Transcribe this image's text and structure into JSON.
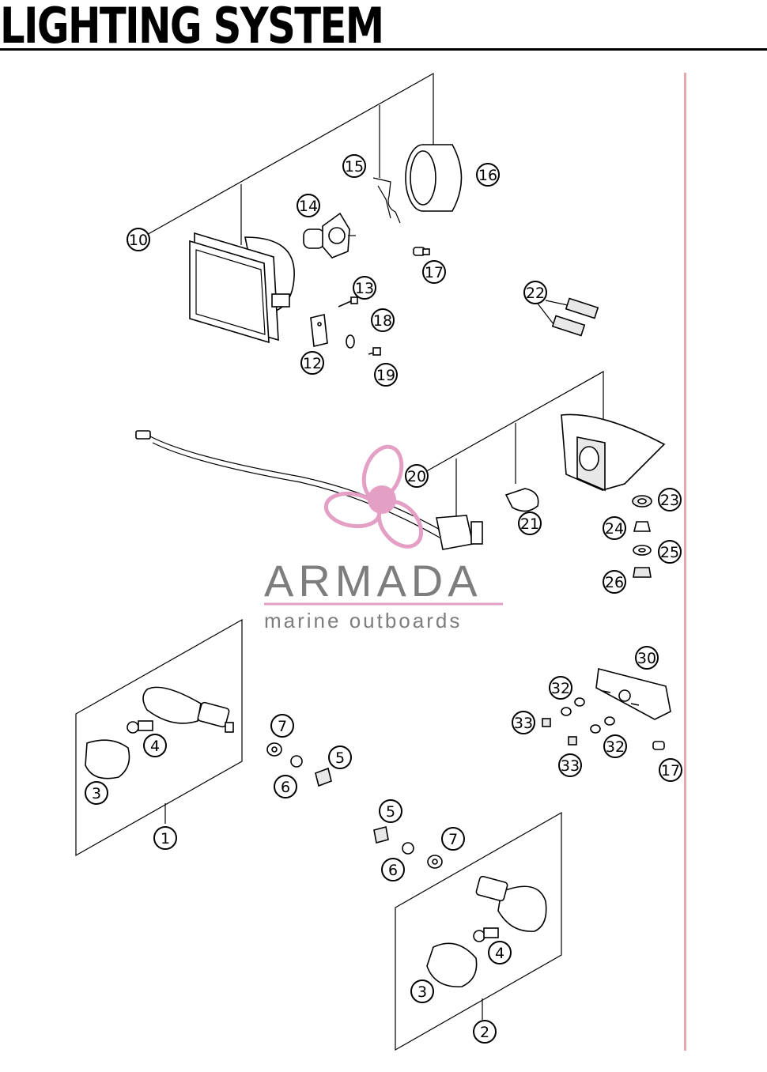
{
  "title": "LIGHTING SYSTEM",
  "watermark": {
    "name": "ARMADA",
    "tagline": "marine outboards",
    "accent_color": "#e3a0c4",
    "text_color": "#7d7d7d"
  },
  "callouts": [
    "10",
    "15",
    "16",
    "14",
    "17",
    "13",
    "22",
    "18",
    "12",
    "19",
    "20",
    "21",
    "23",
    "24",
    "25",
    "26",
    "30",
    "32",
    "33",
    "32",
    "33",
    "17",
    "7",
    "4",
    "5",
    "6",
    "3",
    "1",
    "5",
    "7",
    "6",
    "4",
    "3",
    "2"
  ]
}
